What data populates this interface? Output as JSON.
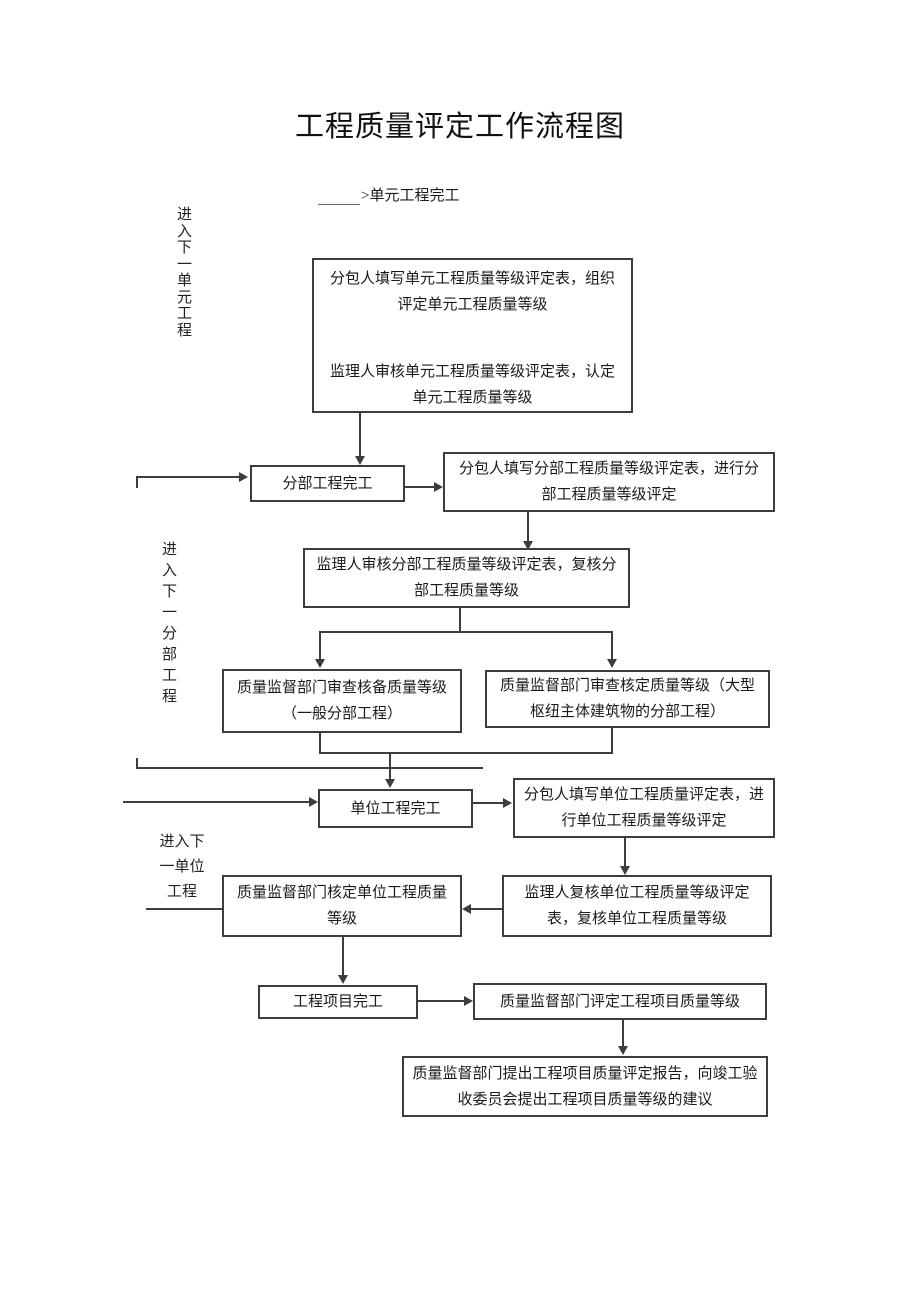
{
  "page": {
    "title": "工程质量评定工作流程图"
  },
  "start": {
    "prefix": ">",
    "label": "单元工程完工"
  },
  "loops": {
    "element": "进入下一单元工程",
    "division": "进入下一分部工程",
    "unit_lines": [
      "进入下",
      "一单位",
      "工程"
    ]
  },
  "boxes": {
    "element_fill": "分包人填写单元工程质量等级评定表，组织评定单元工程质量等级",
    "element_review": "监理人审核单元工程质量等级评定表，认定单元工程质量等级",
    "division_complete": "分部工程完工",
    "division_fill": "分包人填写分部工程质量等级评定表，进行分部工程质量等级评定",
    "division_review": "监理人审核分部工程质量等级评定表，复核分部工程质量等级",
    "division_check_general": "质量监督部门审查核备质量等级（一般分部工程）",
    "division_check_major": "质量监督部门审查核定质量等级（大型枢纽主体建筑物的分部工程）",
    "unit_complete": "单位工程完工",
    "unit_fill": "分包人填写单位工程质量评定表，进行单位工程质量等级评定",
    "unit_review": "监理人复核单位工程质量等级评定表，复核单位工程质量等级",
    "unit_verify": "质量监督部门核定单位工程质量等级",
    "project_complete": "工程项目完工",
    "project_eval": "质量监督部门评定工程项目质量等级",
    "project_report": "质量监督部门提出工程项目质量评定报告，向竣工验收委员会提出工程项目质量等级的建议"
  },
  "colors": {
    "line": "#3d3d3d",
    "background": "#ffffff",
    "text": "#1a1a1a"
  }
}
